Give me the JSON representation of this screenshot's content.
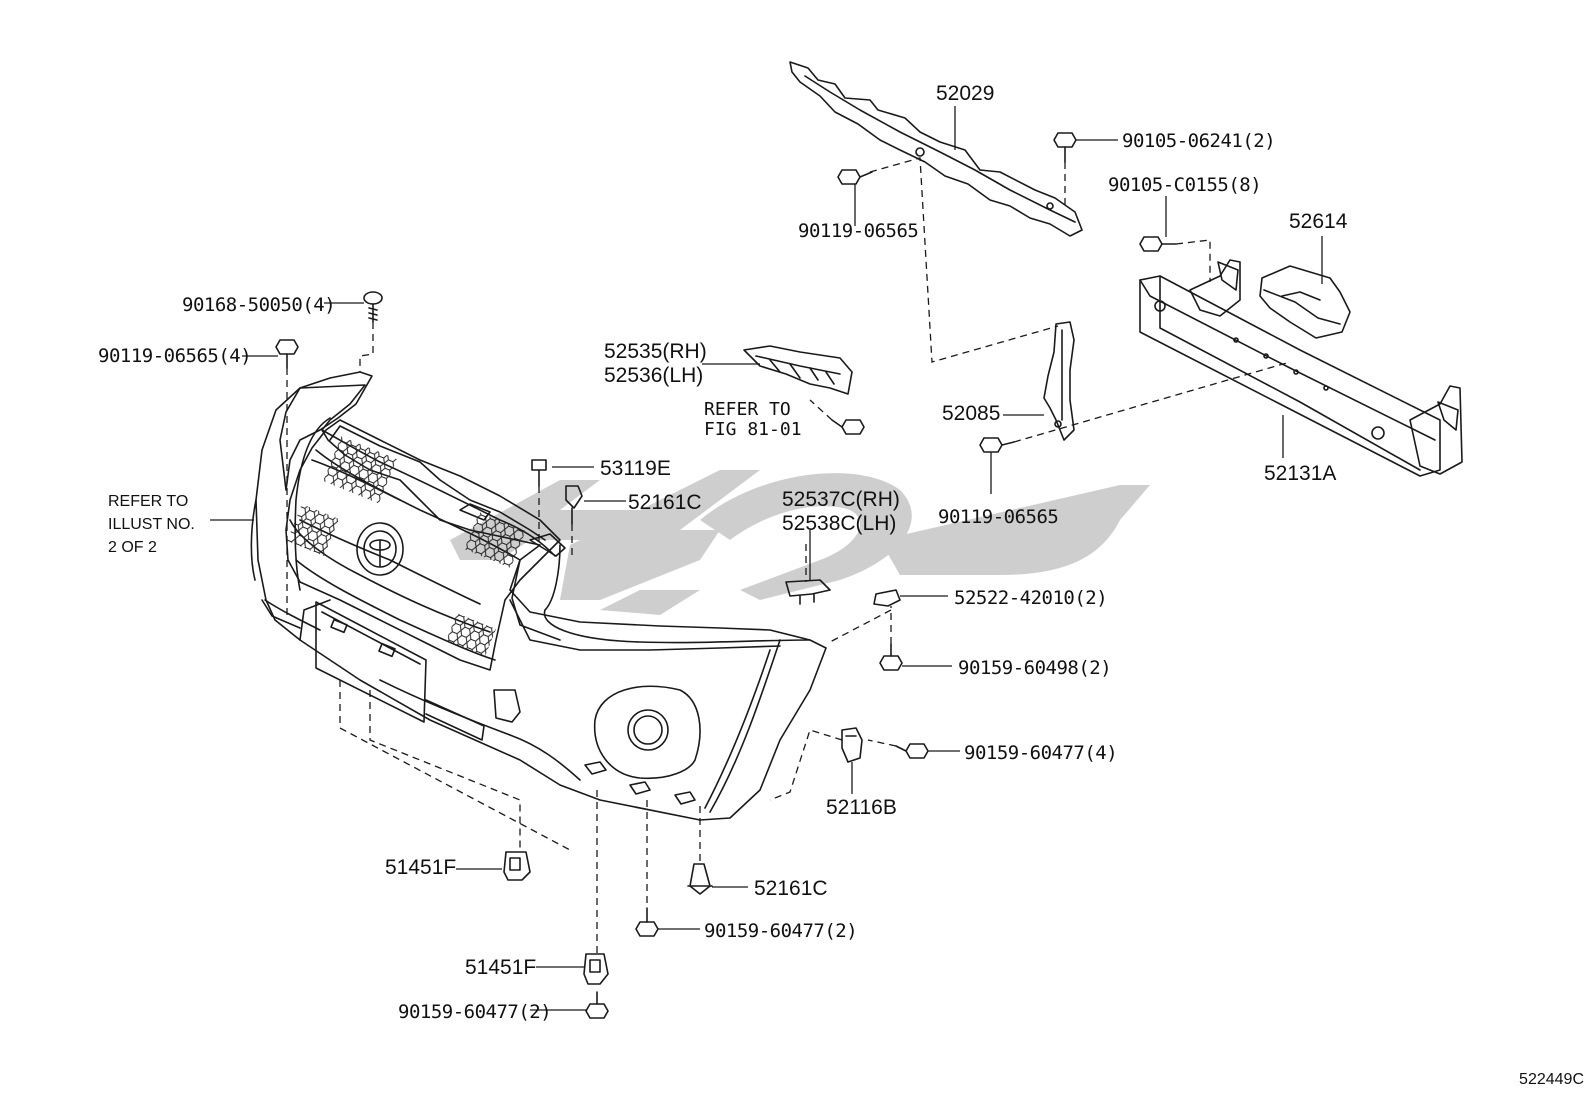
{
  "parts": {
    "p52029": "52029",
    "p90105_06241": "90105-06241(2)",
    "p90105_c0155": "90105-C0155(8)",
    "p52614": "52614",
    "p90119_06565_top": "90119-06565",
    "p90168_50050": "90168-50050(4)",
    "p90119_06565_4": "90119-06565(4)",
    "p52535": "52535(RH)",
    "p52536": "52536(LH)",
    "p52085": "52085",
    "p52131a": "52131A",
    "p53119e": "53119E",
    "p52161c_top": "52161C",
    "p52537c": "52537C(RH)",
    "p52538c": "52538C(LH)",
    "p90119_06565_mid": "90119-06565",
    "p52522": "52522-42010(2)",
    "p90159_60498": "90159-60498(2)",
    "p90159_60477_4": "90159-60477(4)",
    "p52116b": "52116B",
    "p51451f_a": "51451F",
    "p52161c_bottom": "52161C",
    "p90159_60477_2a": "90159-60477(2)",
    "p51451f_b": "51451F",
    "p90159_60477_2b": "90159-60477(2)"
  },
  "refs": {
    "fig_line1": "REFER TO",
    "fig_line2": "FIG 81-01",
    "illust_line1": "REFER TO",
    "illust_line2": "ILLUST NO.",
    "illust_line3": "2 OF 2"
  },
  "figure_id": "522449C",
  "colors": {
    "line": "#1a1a1a",
    "watermark": "#c8c8c8"
  }
}
